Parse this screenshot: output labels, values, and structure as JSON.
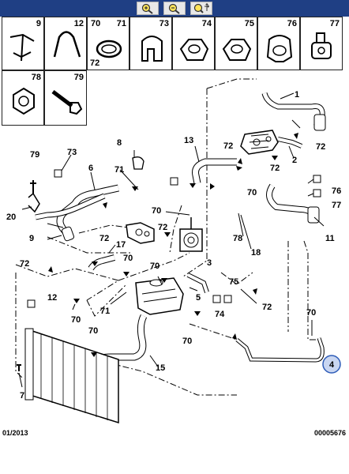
{
  "toolbar": {
    "buttons": [
      {
        "name": "zoom-in-button",
        "icon": "magnifier-plus-icon"
      },
      {
        "name": "zoom-out-button",
        "icon": "magnifier-minus-icon"
      },
      {
        "name": "pan-zoom-button",
        "icon": "magnifier-move-icon"
      }
    ],
    "bg_color": "#1f3f84"
  },
  "thumbnails": [
    {
      "number": "9"
    },
    {
      "number": "12"
    },
    {
      "number": "70",
      "number2": "71",
      "bottom": "72"
    },
    {
      "number": "73"
    },
    {
      "number": "74"
    },
    {
      "number": "75"
    },
    {
      "number": "76"
    },
    {
      "number": "77"
    },
    {
      "number": "78"
    },
    {
      "number": "79"
    }
  ],
  "labels": {
    "l1": "1",
    "l2": "2",
    "l3": "3",
    "l4": "4",
    "l5": "5",
    "l6": "6",
    "l7": "7",
    "l8": "8",
    "l9": "9",
    "l11": "11",
    "l12": "12",
    "l13": "13",
    "l15": "15",
    "l17": "17",
    "l18": "18",
    "l20": "20",
    "l70": "70",
    "l71": "71",
    "l72": "72",
    "l73": "73",
    "l74": "74",
    "l75": "75",
    "l76": "76",
    "l77": "77",
    "l78": "78",
    "l79": "79"
  },
  "footer": {
    "date": "01/2013",
    "ref": "00005676"
  },
  "highlight_color": "#2e5cb8"
}
